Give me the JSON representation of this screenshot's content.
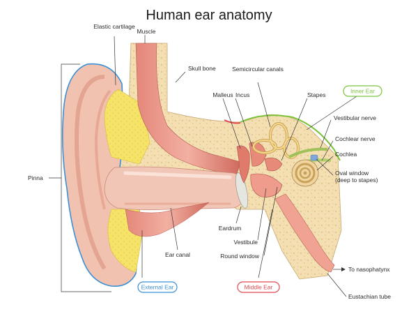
{
  "title": "Human ear anatomy",
  "colors": {
    "inner": "#7cc33a",
    "middle": "#e0484f",
    "external": "#3a8fd6",
    "skin": "#f2c2b0",
    "skin_dark": "#d9917e",
    "bone": "#f2dfb0",
    "cartilage": "#f5e064",
    "muscle": "#d9756a"
  },
  "labels": {
    "elastic_cartilage": "Elastic cartilage",
    "muscle": "Muscle",
    "skull_bone": "Skull bone",
    "semicircular_canals": "Semicircular canals",
    "malleus": "Malleus",
    "incus": "Incus",
    "stapes": "Stapes",
    "vestibular_nerve": "Vestibular nerve",
    "cochlear_nerve": "Cochlear nerve",
    "cochlea": "Cochlea",
    "oval_window": "Oval window",
    "oval_window_note": "(deep to stapes)",
    "pinna": "Pinna",
    "eardrum": "Eardrum",
    "ear_canal": "Ear canal",
    "vestibule": "Vestibule",
    "round_window": "Round window",
    "to_nasopharynx": "To nasophatynx",
    "eustachian_tube": "Eustachian tube"
  },
  "badges": {
    "inner_ear": "Inner Ear",
    "middle_ear": "Middle Ear",
    "external_ear": "External Ear"
  }
}
